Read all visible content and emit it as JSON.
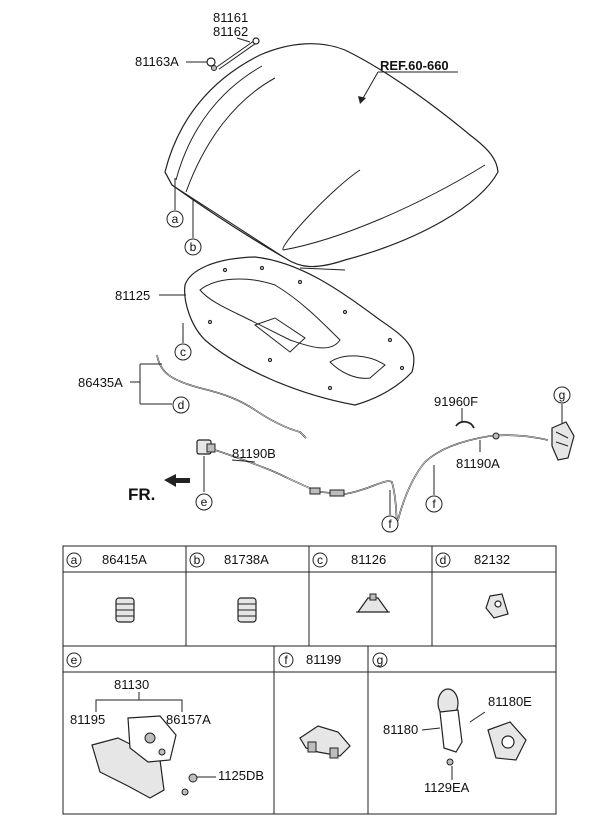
{
  "labels": {
    "p81161": "81161",
    "p81162": "81162",
    "p81163A": "81163A",
    "ref": "REF.60-660",
    "p81125": "81125",
    "p86435A": "86435A",
    "p91960F": "91960F",
    "p81190B": "81190B",
    "p81190A": "81190A",
    "fr": "FR."
  },
  "callouts": {
    "a": "a",
    "b": "b",
    "c": "c",
    "d": "d",
    "e": "e",
    "f_left": "f",
    "f_right": "f",
    "g": "g"
  },
  "table_top": [
    {
      "letter": "a",
      "part": "86415A"
    },
    {
      "letter": "b",
      "part": "81738A"
    },
    {
      "letter": "c",
      "part": "81126"
    },
    {
      "letter": "d",
      "part": "82132"
    }
  ],
  "table_bottom": {
    "e": {
      "letter": "e",
      "parts": {
        "top": "81130",
        "left": "81195",
        "right": "86157A",
        "bolt": "1125DB"
      }
    },
    "f": {
      "letter": "f",
      "part": "81199"
    },
    "g": {
      "letter": "g",
      "parts": {
        "right": "81180E",
        "left": "81180",
        "bolt": "1129EA"
      }
    }
  }
}
